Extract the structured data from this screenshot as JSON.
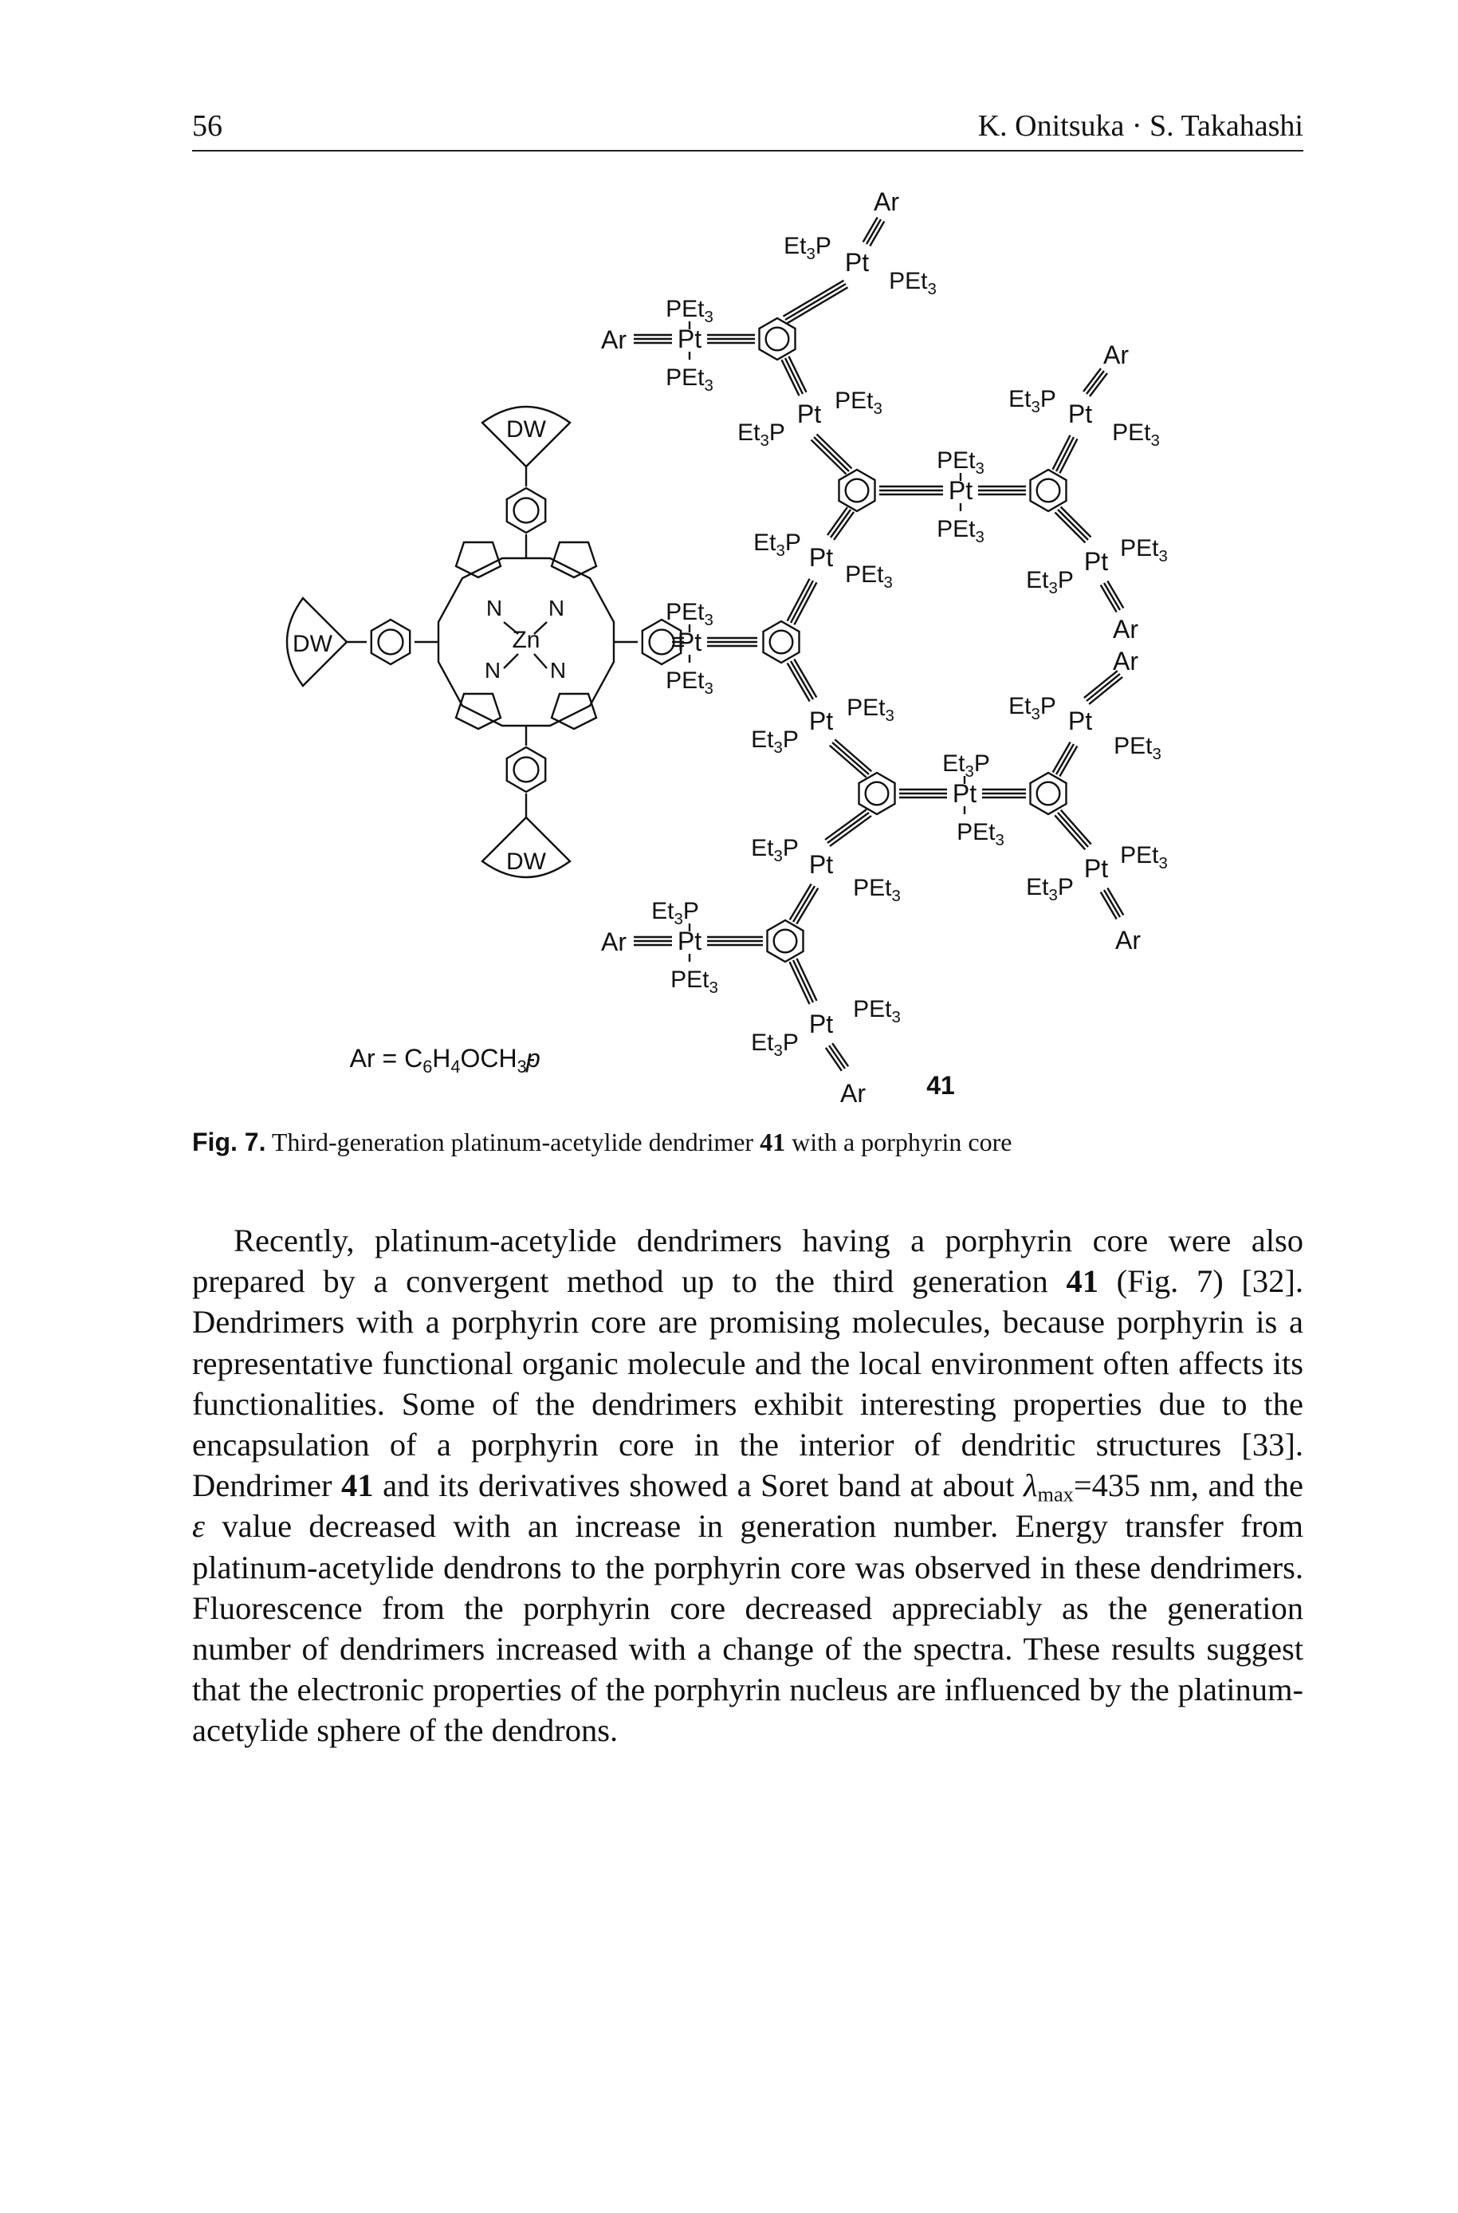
{
  "header": {
    "page_number": "56",
    "authors": "K. Onitsuka · S. Takahashi"
  },
  "figure": {
    "compound_number": "41",
    "ar_definition": "Ar = C6H4OCH3-p",
    "labels": {
      "ar": "Ar",
      "et3p": "Et3P",
      "pet3": "PEt3",
      "pt": "Pt",
      "dw": "DW",
      "zn": "Zn",
      "n": "N"
    }
  },
  "caption": {
    "label": "Fig. 7.",
    "text_before": "Third-generation platinum-acetylide dendrimer ",
    "number": "41",
    "text_after": " with a porphyrin core"
  },
  "body": {
    "s1": "Recently, platinum-acetylide dendrimers having a porphyrin core were also prepared by a convergent method up to the third generation ",
    "s1_num": "41",
    "s1_end": " (Fig. 7) [32]. Dendrimers with a porphyrin core are promising molecules, because porphyrin is a representative functional organic molecule and the local environment often affects its functionalities. Some of the dendrimers exhibit interesting properties due to the encapsulation of a porphyrin core in the interior of dendritic structures [33]. Dendrimer ",
    "s2_num": "41",
    "s2": " and its derivatives showed a Soret band at about ",
    "lambda": "λ",
    "lambda_sub": "max",
    "s3": "=435 nm, and the ",
    "epsilon": "ε",
    "s4": " value decreased with an increase in generation number. Energy transfer from platinum-acetylide dendrons to the porphyrin core was observed in these dendrimers. Fluorescence from the porphyrin core decreased appreciably as the generation number of dendrimers increased with a change of the spectra. These results suggest that the electronic properties of the porphyrin nucleus are influenced by the platinum-acetylide sphere of the dendrons."
  }
}
